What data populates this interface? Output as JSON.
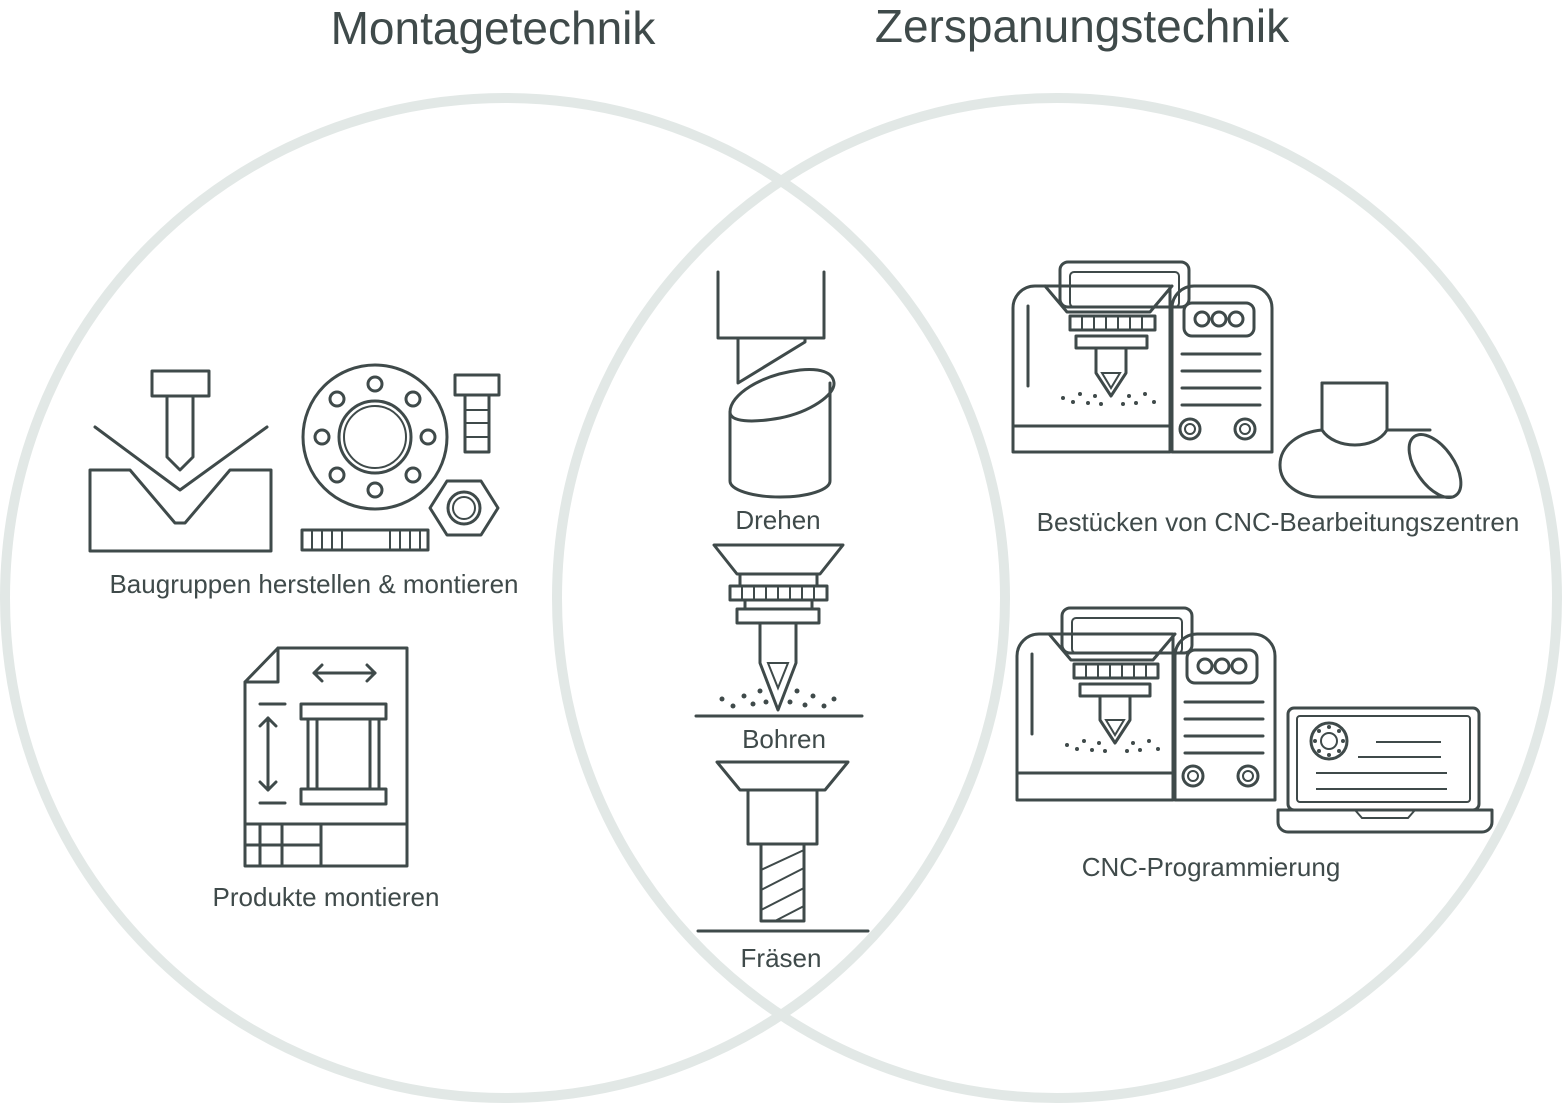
{
  "titles": {
    "left": "Montagetechnik",
    "right": "Zerspanungstechnik"
  },
  "labels": {
    "baugruppen": "Baugruppen herstellen & montieren",
    "produkte": "Produkte montieren",
    "drehen": "Drehen",
    "bohren": "Bohren",
    "fraesen": "Fräsen",
    "bestuecken": "Bestücken von CNC-Bearbeitungszentren",
    "cnc_programmierung": "CNC-Programmierung"
  },
  "colors": {
    "line": "#3f4a4a",
    "circle": "#e2e8e6",
    "background": "#ffffff"
  },
  "icons": [
    "press-brake-icon",
    "flange-icon",
    "bolt-icon",
    "nut-icon",
    "threaded-rod-icon",
    "blueprint-icon",
    "turning-tool-icon",
    "drill-icon",
    "milling-cutter-icon",
    "cnc-machine-icon",
    "pipe-tee-icon",
    "laptop-icon"
  ]
}
